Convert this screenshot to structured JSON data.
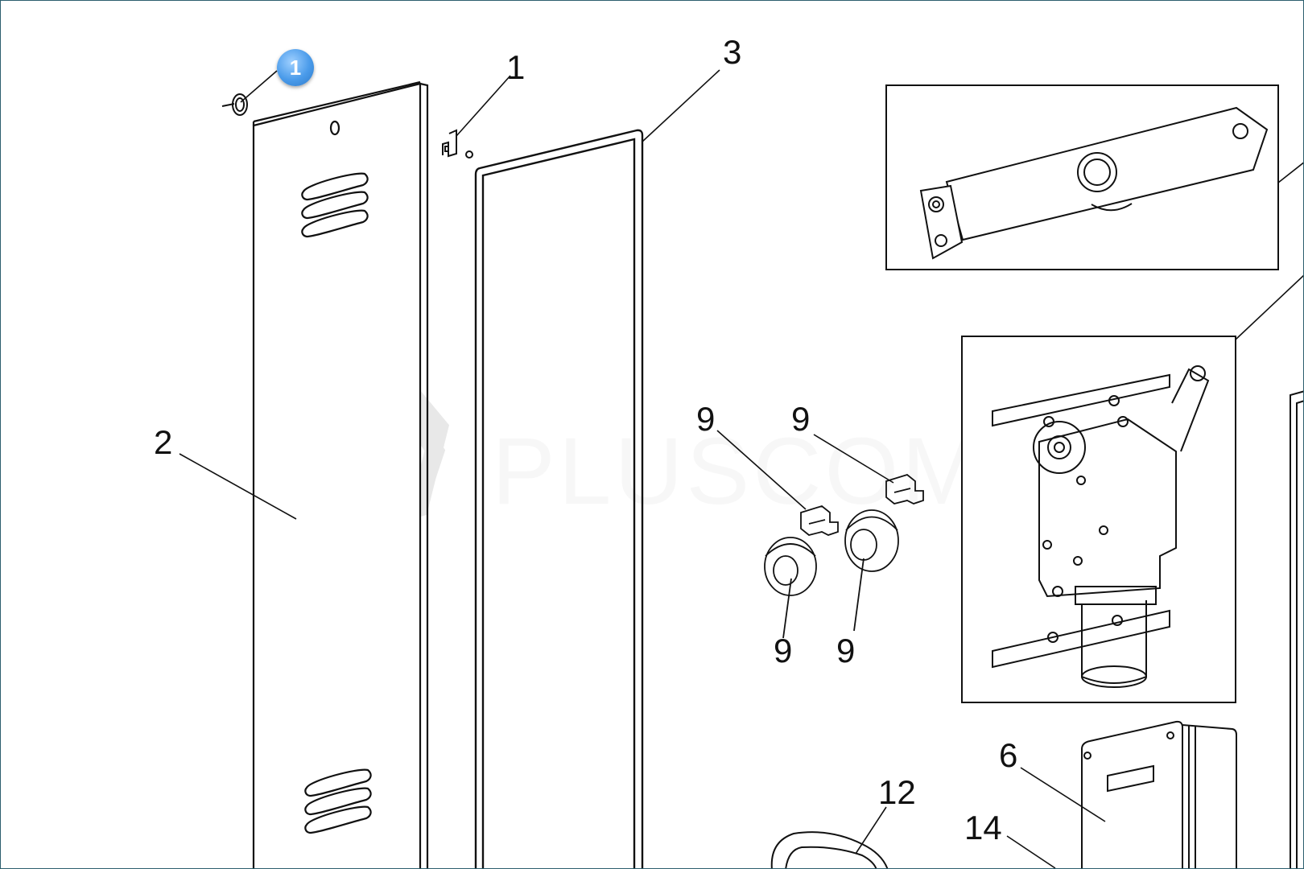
{
  "watermark": "PLUSCOM",
  "hotspot_badge": "1",
  "callouts": {
    "c1": "1",
    "c2": "2",
    "c3": "3",
    "c6": "6",
    "c9a": "9",
    "c9b": "9",
    "c9c": "9",
    "c9d": "9",
    "c12": "12",
    "c14": "14"
  },
  "icons": [
    "hexagon-logo-icon",
    "hotspot-badge-icon"
  ],
  "colors": {
    "line": "#111111",
    "frame": "#2c5f6e",
    "badge": "#4a9bea",
    "watermark": "#d8d8d8"
  }
}
